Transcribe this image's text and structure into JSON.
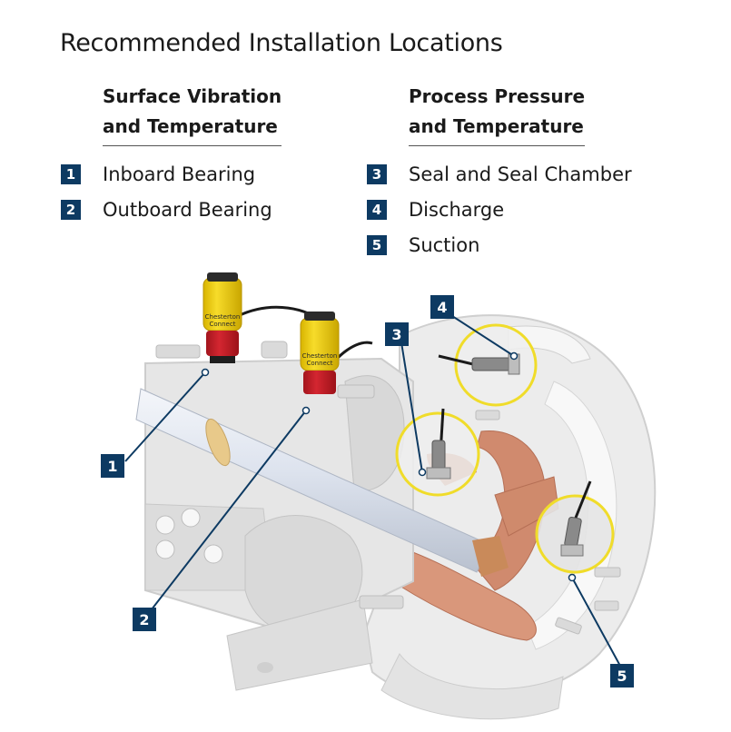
{
  "title": "Recommended Installation Locations",
  "columns": [
    {
      "heading": [
        "Surface Vibration",
        "and Temperature"
      ],
      "items": [
        {
          "num": "1",
          "label": "Inboard Bearing"
        },
        {
          "num": "2",
          "label": "Outboard Bearing"
        }
      ]
    },
    {
      "heading": [
        "Process Pressure",
        "and Temperature"
      ],
      "items": [
        {
          "num": "3",
          "label": "Seal and Seal Chamber"
        },
        {
          "num": "4",
          "label": "Discharge"
        },
        {
          "num": "5",
          "label": "Suction"
        }
      ]
    }
  ],
  "sensor_label": [
    "Chesterton",
    "Connect"
  ],
  "callouts": [
    "1",
    "2",
    "3",
    "4",
    "5"
  ],
  "colors": {
    "badge": "#0d3a62",
    "sensor_yellow": "#f2d21a",
    "sensor_red": "#c8202a",
    "highlight_ring": "#f0dc2a",
    "impeller": "#d08a6e",
    "pump_body": "#e9e9e9"
  }
}
